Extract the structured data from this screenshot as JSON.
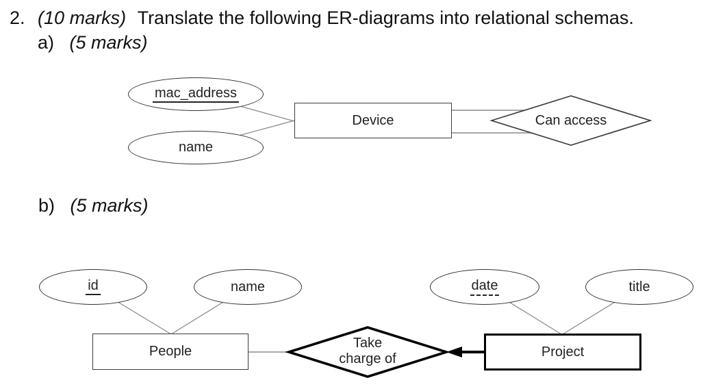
{
  "header": {
    "question_number": "2.",
    "question_marks": "(10 marks)",
    "question_text": "Translate the following ER-diagrams into relational schemas.",
    "part_a_label": "a)",
    "part_a_marks": "(5 marks)",
    "part_b_label": "b)",
    "part_b_marks": "(5 marks)"
  },
  "diagram_a": {
    "attribute_mac_address": "mac_address",
    "attribute_mac_address_key_style": "solid-underline (primary key)",
    "attribute_name": "name",
    "entity_device": "Device",
    "relationship_can_access": "Can access",
    "device_to_can_access_edge": "double-line (total participation)"
  },
  "diagram_b": {
    "attribute_id": "id",
    "attribute_id_key_style": "solid-underline (primary key)",
    "attribute_name": "name",
    "attribute_date": "date",
    "attribute_date_key_style": "dashed-underline (partial key)",
    "attribute_title": "title",
    "entity_people": "People",
    "entity_project": "Project (bold border / weak entity)",
    "entity_project_label": "Project",
    "relationship_take_charge_line1": "Take",
    "relationship_take_charge_line2": "charge of",
    "project_to_take_charge_edge": "thick arrow pointing into relationship"
  },
  "colors": {
    "background": "#ffffff",
    "shape_stroke": "#333333",
    "bold_stroke": "#000000",
    "connector": "#8a8a8a",
    "text": "#1a1a1a"
  }
}
